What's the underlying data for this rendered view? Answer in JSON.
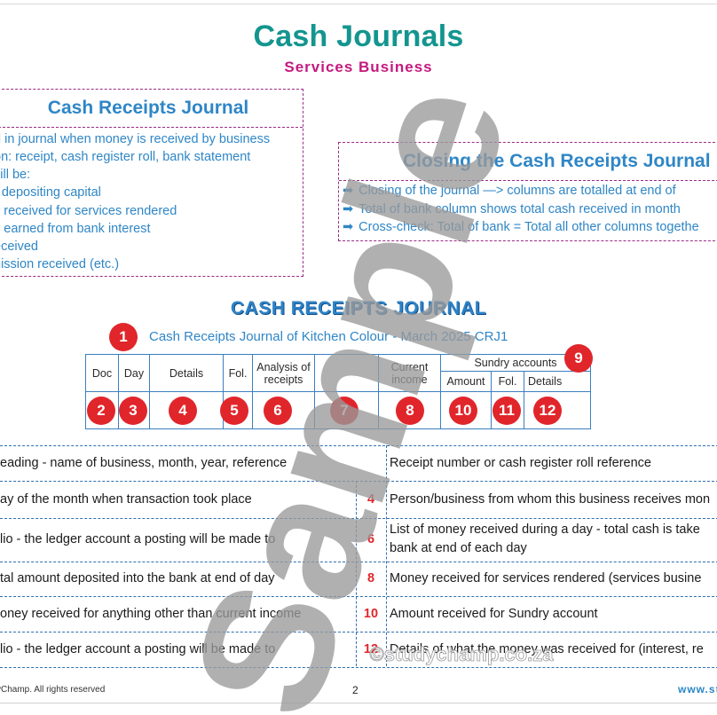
{
  "header": {
    "title": "Cash Journals",
    "subtitle": "Services Business"
  },
  "receipts_box": {
    "heading": "Cash Receipts Journal",
    "lines": [
      "d in journal when money is received by business",
      "on: receipt, cash register roll, bank statement",
      "vill be:",
      "r depositing capital",
      "y received for services rendered",
      "y earned from bank interest",
      "eceived",
      "nission received (etc.)"
    ]
  },
  "closing_box": {
    "heading": "Closing the Cash Receipts Journal",
    "lines": [
      "Closing of the journal —> columns are totalled at end of",
      "Total of bank column shows total cash received in month",
      "Cross-check: Total of bank = Total all other columns togethe"
    ]
  },
  "crj": {
    "heading": "CASH RECEIPTS JOURNAL",
    "subheading": "Cash Receipts Journal of Kitchen Colour - March 2025    CRJ1",
    "columns": {
      "doc": "Doc",
      "day": "Day",
      "details": "Details",
      "fol": "Fol.",
      "analysis": "Analysis of receipts",
      "current_income": "Current income",
      "sundry": "Sundry accounts",
      "amount": "Amount",
      "sundry_fol": "Fol.",
      "sundry_details": "Details"
    },
    "markers": [
      "1",
      "2",
      "3",
      "4",
      "5",
      "6",
      "7",
      "8",
      "9",
      "10",
      "11",
      "12"
    ]
  },
  "explanations": [
    {
      "left": "eading - name of business, month, year, reference",
      "num": "",
      "right": "Receipt number or cash register roll reference"
    },
    {
      "left": "ay of the month when transaction took place",
      "num": "4",
      "right": "Person/business from whom this business receives mon"
    },
    {
      "left": "lio - the ledger account a posting will be made to",
      "num": "6",
      "right": "List of money received during a day - total cash is take",
      "right2": "bank at end of each day"
    },
    {
      "left": "tal amount deposited into the bank at end of day",
      "num": "8",
      "right": "Money received for services rendered (services busine"
    },
    {
      "left": "oney received for anything other than current income",
      "num": "10",
      "right": "Amount received for Sundry account"
    },
    {
      "left": "lio - the ledger account a posting will be made to",
      "num": "12",
      "right": "Details of what the money was received for (interest, re"
    }
  ],
  "footer": {
    "copyright": "yChamp. All rights reserved",
    "page": "2",
    "website": "www.st"
  },
  "watermark": {
    "text": "Sample",
    "site": "©studychamp.co.za"
  },
  "colors": {
    "title": "#14958f",
    "subtitle": "#c41a7f",
    "accent_blue": "#2f86c6",
    "marker_red": "#e0262b",
    "box_border": "#9b2a86",
    "watermark": "#9a9a9a"
  }
}
